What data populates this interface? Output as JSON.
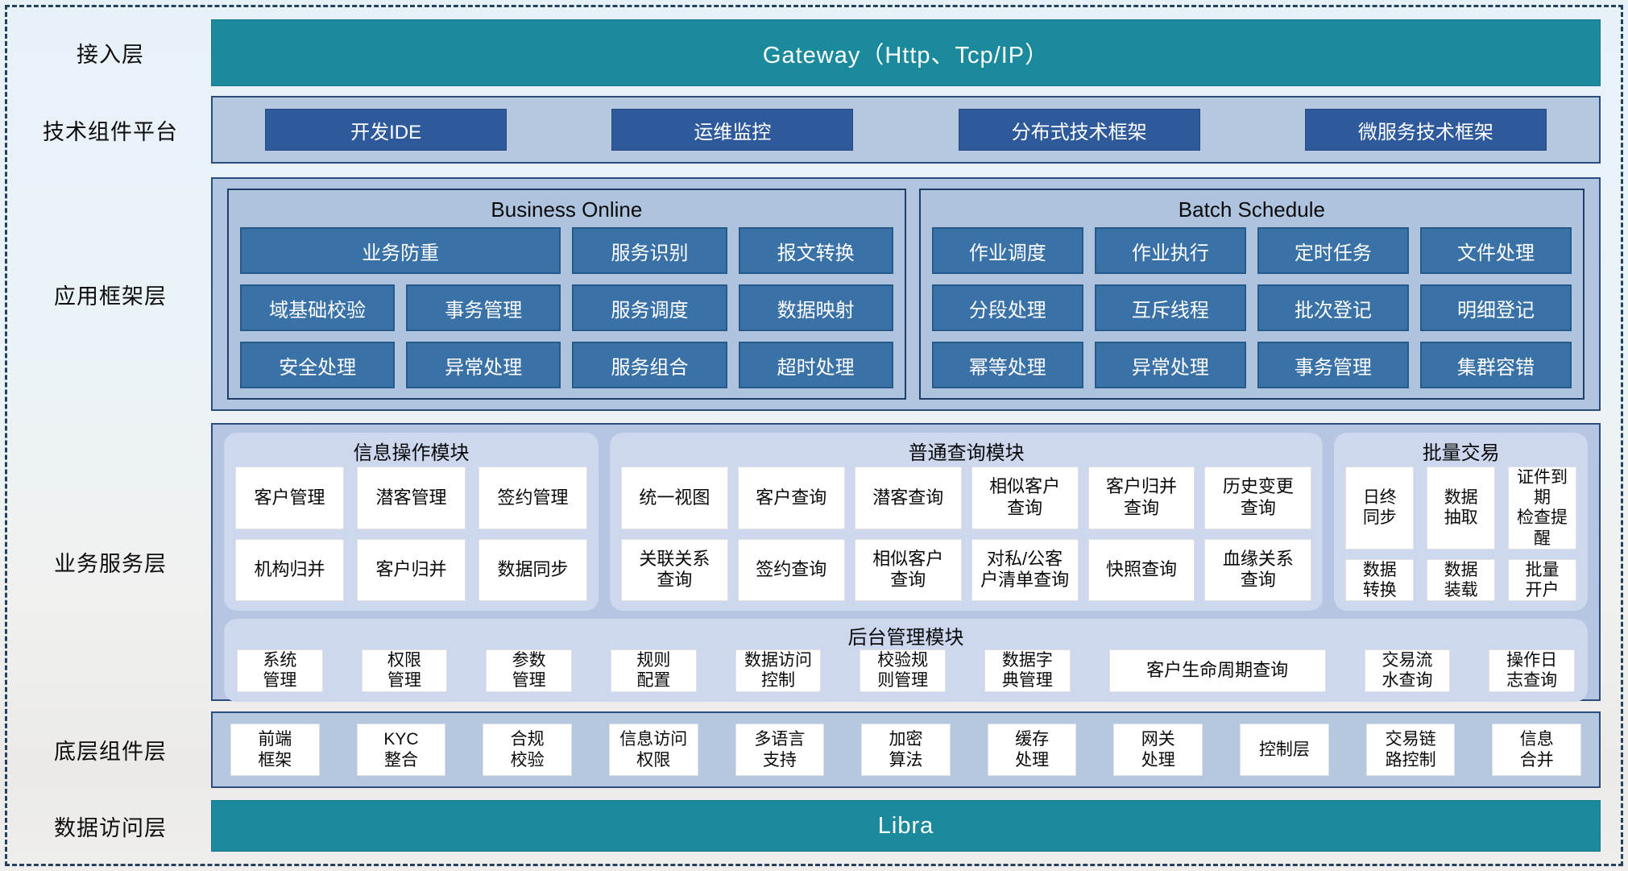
{
  "layers": {
    "access": {
      "label": "接入层",
      "gateway_label": "Gateway（Http、Tcp/IP）"
    },
    "tech_platform": {
      "label": "技术组件平台",
      "buttons": [
        "开发IDE",
        "运维监控",
        "分布式技术框架",
        "微服务技术框架"
      ]
    },
    "app_framework": {
      "label": "应用框架层",
      "business_online": {
        "title": "Business Online",
        "cells": [
          "业务防重",
          "服务识别",
          "报文转换",
          "域基础校验",
          "事务管理",
          "服务调度",
          "数据映射",
          "安全处理",
          "异常处理",
          "服务组合",
          "超时处理"
        ]
      },
      "batch_schedule": {
        "title": "Batch Schedule",
        "cells": [
          "作业调度",
          "作业执行",
          "定时任务",
          "文件处理",
          "分段处理",
          "互斥线程",
          "批次登记",
          "明细登记",
          "幂等处理",
          "异常处理",
          "事务管理",
          "集群容错"
        ]
      }
    },
    "business_service": {
      "label": "业务服务层",
      "info_ops": {
        "title": "信息操作模块",
        "items": [
          "客户管理",
          "潜客管理",
          "签约管理",
          "机构归并",
          "客户归并",
          "数据同步"
        ]
      },
      "common_query": {
        "title": "普通查询模块",
        "items": [
          "统一视图",
          "客户查询",
          "潜客查询",
          "相似客户\n查询",
          "客户归并\n查询",
          "历史变更\n查询",
          "关联关系\n查询",
          "签约查询",
          "相似客户\n查询",
          "对私/公客\n户清单查询",
          "快照查询",
          "血缘关系\n查询"
        ]
      },
      "batch_trade": {
        "title": "批量交易",
        "items": [
          "日终\n同步",
          "数据\n抽取",
          "证件到期\n检查提醒",
          "数据\n转换",
          "数据\n装载",
          "批量\n开户"
        ]
      },
      "admin": {
        "title": "后台管理模块",
        "items": [
          "系统\n管理",
          "权限\n管理",
          "参数\n管理",
          "规则\n配置",
          "数据访问\n控制",
          "校验规\n则管理",
          "数据字\n典管理",
          "客户生命周期查询",
          "交易流\n水查询",
          "操作日\n志查询"
        ]
      }
    },
    "base_components": {
      "label": "底层组件层",
      "items": [
        "前端\n框架",
        "KYC\n整合",
        "合规\n校验",
        "信息访问\n权限",
        "多语言\n支持",
        "加密\n算法",
        "缓存\n处理",
        "网关\n处理",
        "控制层",
        "交易链\n路控制",
        "信息\n合并"
      ]
    },
    "data_access": {
      "label": "数据访问层",
      "bar_label": "Libra"
    }
  },
  "colors": {
    "teal_bar": "#1c8a9d",
    "navy_button": "#2e5a9c",
    "steel_button": "#3a71a6",
    "panel_fill": "#b5c8e0",
    "module_fill": "#cdd7ee",
    "border_dark": "#2b4d7e",
    "dashed_frame": "#24405f"
  }
}
